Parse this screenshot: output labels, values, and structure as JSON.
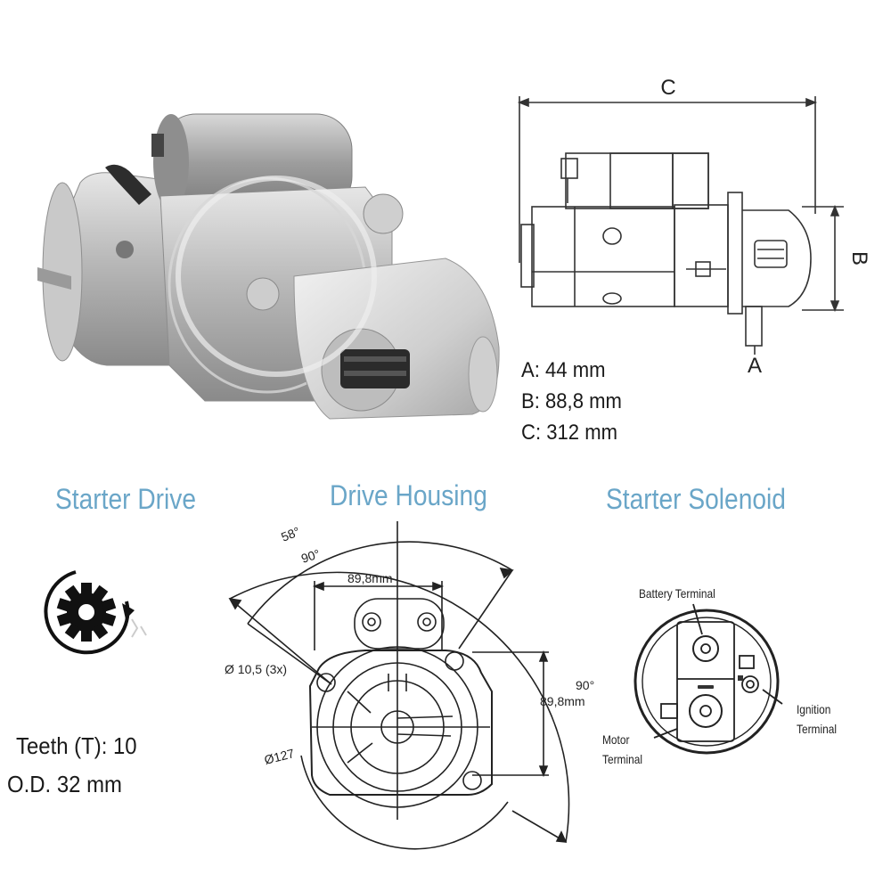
{
  "dimension_diagram": {
    "label_c": "C",
    "label_b": "B",
    "label_a": "A",
    "specs": [
      "A: 44 mm",
      "B: 88,8 mm",
      "C: 312 mm"
    ]
  },
  "sections": {
    "starter_drive": "Starter Drive",
    "drive_housing": "Drive Housing",
    "starter_solenoid": "Starter Solenoid"
  },
  "starter_drive": {
    "teeth": "Teeth (T):  10",
    "od": "O.D. 32 mm"
  },
  "drive_housing": {
    "angle_58": "58°",
    "angle_90_top": "90°",
    "angle_90_right": "90°",
    "width_top": "89,8mm",
    "width_right": "89,8mm",
    "hole_dia": "Ø 10,5 (3x)",
    "pilot_dia": "Ø127"
  },
  "solenoid": {
    "battery_terminal": "Battery Terminal",
    "ignition_terminal_1": "Ignition",
    "ignition_terminal_2": "Terminal",
    "motor_terminal_1": "Motor",
    "motor_terminal_2": "Terminal"
  }
}
